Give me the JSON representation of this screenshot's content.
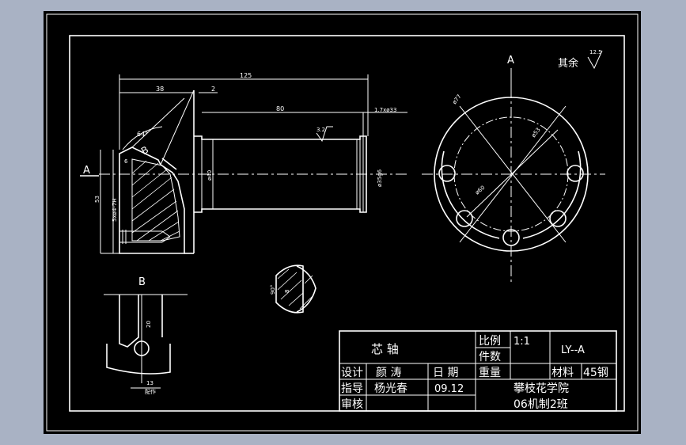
{
  "drawing": {
    "section_label_a": "A",
    "section_label_b": "B",
    "view_a_label": "A",
    "view_b_label": "B",
    "surface_finish_note": "其余",
    "surface_finish_value": "12.5",
    "dimensions": {
      "overall_length": "125",
      "head_length": "38",
      "chamfer_2": "2",
      "shaft_length": "80",
      "groove": "1.7xø33",
      "roughness_3_2": "3.2",
      "diameter_40": "ø40",
      "diameter_35": "ø35g6",
      "height_53": "53",
      "thread": "5xø4-7H",
      "dim_6": "6",
      "angle_64": "64°",
      "pcd_60": "ø60",
      "pcd_53": "ø53",
      "pcd_77": "ø77",
      "angle_90": "90°",
      "dim_8": "8",
      "dim_20": "20",
      "dim_13": "13",
      "note_bottom": "配作"
    }
  },
  "title_block": {
    "part_name": "芯  轴",
    "scale_label": "比例",
    "scale_value": "1:1",
    "quantity_label": "件数",
    "weight_label": "重量",
    "drawing_no": "LY--A",
    "material_label": "材料",
    "material_value": "45钢",
    "design_label": "设计",
    "designer": "颜 涛",
    "date_label": "日 期",
    "guide_label": "指导",
    "instructor": "杨光春",
    "date_value": "09.12",
    "review_label": "审核",
    "school": "攀枝花学院",
    "class_name": "06机制2班"
  }
}
